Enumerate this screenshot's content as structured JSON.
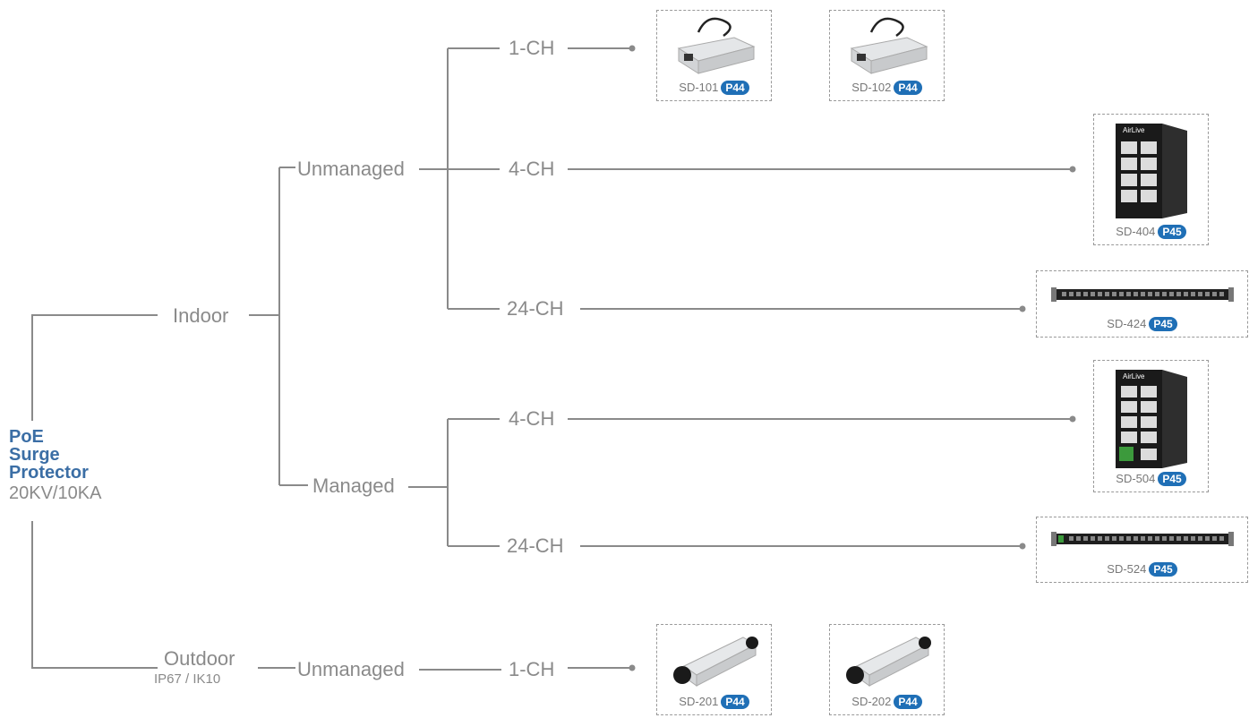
{
  "root": {
    "title_lines": [
      "PoE",
      "Surge",
      "Protector"
    ],
    "spec": "20KV/10KA"
  },
  "env": {
    "indoor": "Indoor",
    "outdoor": "Outdoor",
    "outdoor_rating": "IP67 / IK10"
  },
  "type": {
    "unmanaged_indoor": "Unmanaged",
    "managed": "Managed",
    "unmanaged_outdoor": "Unmanaged"
  },
  "channels": {
    "un_1ch": "1-CH",
    "un_4ch": "4-CH",
    "un_24ch": "24-CH",
    "m_4ch": "4-CH",
    "m_24ch": "24-CH",
    "out_1ch": "1-CH"
  },
  "products": [
    {
      "model": "SD-101",
      "page": "P44"
    },
    {
      "model": "SD-102",
      "page": "P44"
    },
    {
      "model": "SD-404",
      "page": "P45"
    },
    {
      "model": "SD-424",
      "page": "P45"
    },
    {
      "model": "SD-504",
      "page": "P45"
    },
    {
      "model": "SD-524",
      "page": "P45"
    },
    {
      "model": "SD-201",
      "page": "P44"
    },
    {
      "model": "SD-202",
      "page": "P44"
    }
  ],
  "device_brand": "AirLive",
  "colors": {
    "line": "#8a8a8a",
    "root_title": "#3b6ea5",
    "badge": "#1f6fb6"
  }
}
